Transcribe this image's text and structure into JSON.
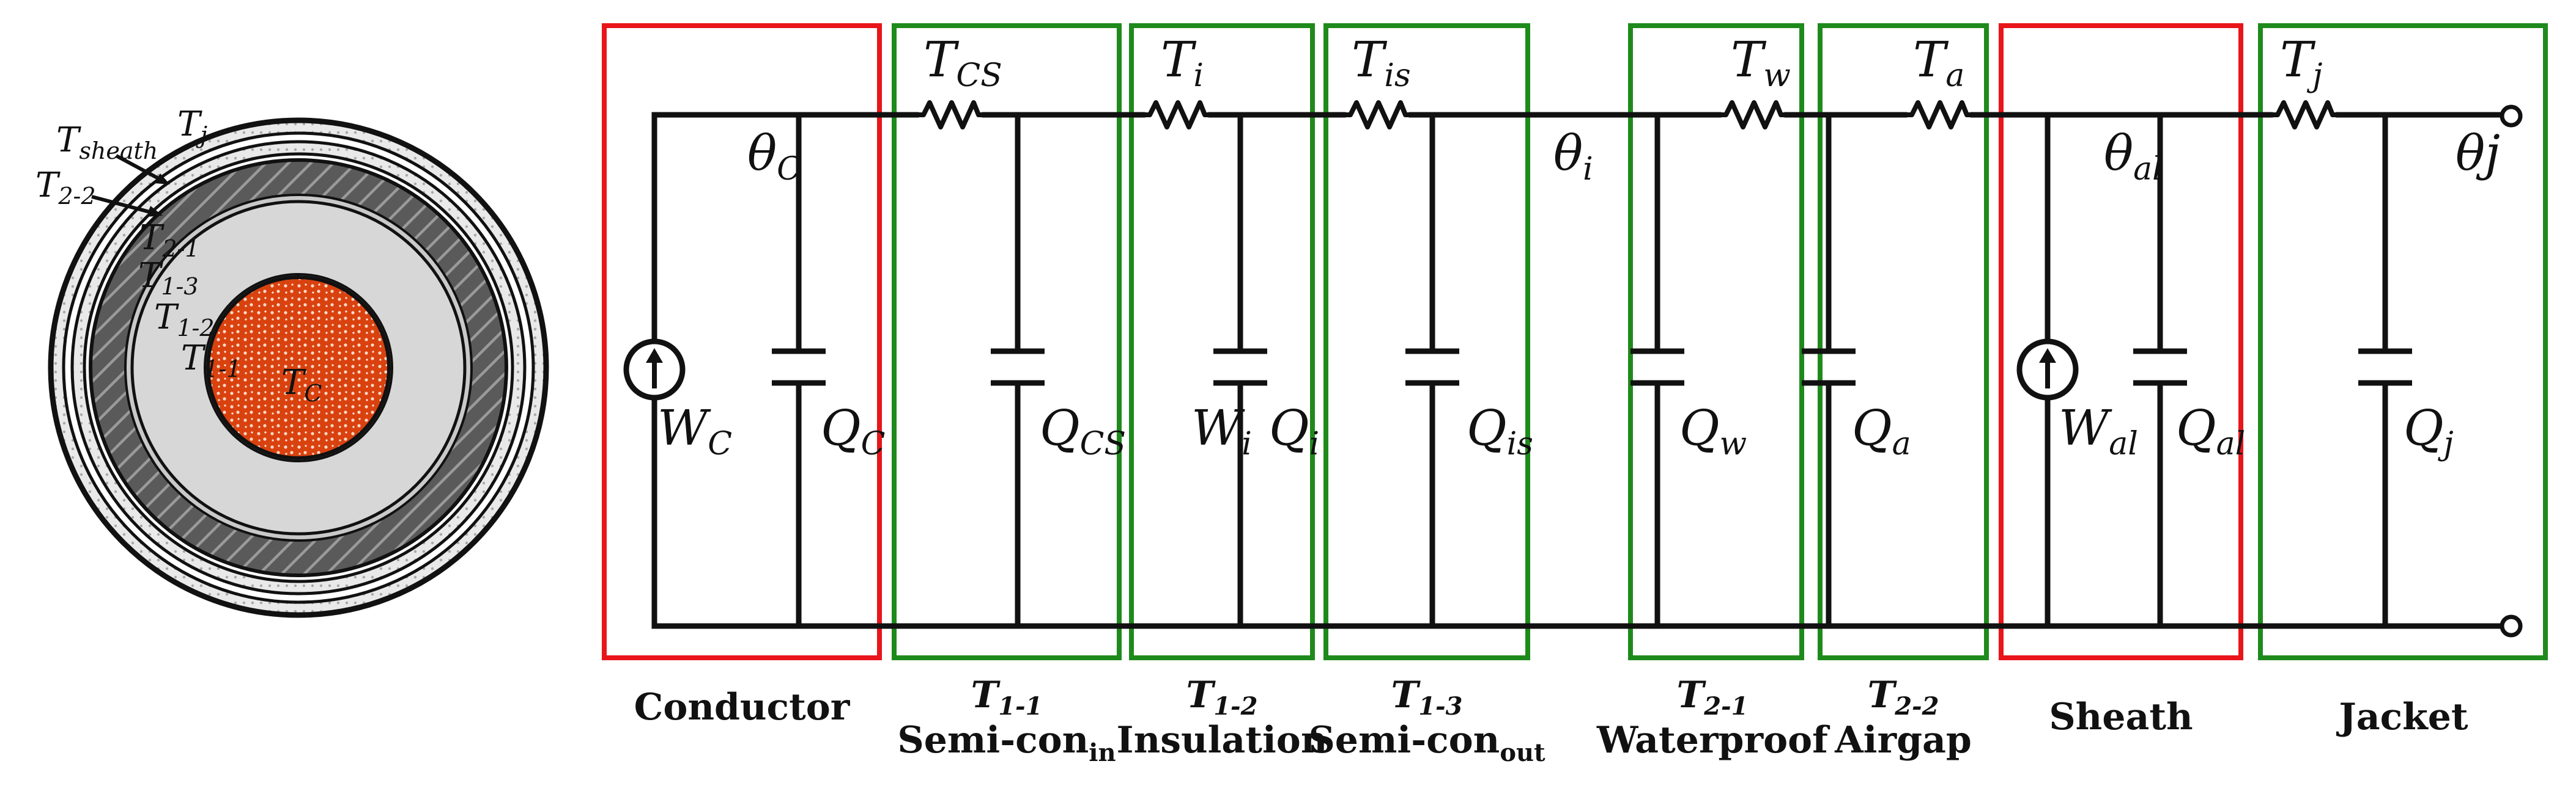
{
  "cross_section": {
    "labels": {
      "T_sheath": {
        "base": "T",
        "sub": "sheath"
      },
      "T_j": {
        "base": "T",
        "sub": "j"
      },
      "T_2_2": {
        "base": "T",
        "sub": "2-2"
      },
      "T_2_1": {
        "base": "T",
        "sub": "2-1"
      },
      "T_1_3": {
        "base": "T",
        "sub": "1-3"
      },
      "T_1_2": {
        "base": "T",
        "sub": "1-2"
      },
      "T_1_1": {
        "base": "T",
        "sub": "1-1"
      },
      "T_c": {
        "base": "T",
        "sub": "C"
      }
    },
    "colors": {
      "conductor": "#d9420f",
      "insulation": "#d7d7d7",
      "waterproof": "#5a5a5a",
      "outline": "#111111"
    }
  },
  "circuit": {
    "resistors": {
      "T_CS": {
        "base": "T",
        "sub": "CS"
      },
      "T_i": {
        "base": "T",
        "sub": "i"
      },
      "T_is": {
        "base": "T",
        "sub": "is"
      },
      "T_w": {
        "base": "T",
        "sub": "w"
      },
      "T_a": {
        "base": "T",
        "sub": "a"
      },
      "T_j": {
        "base": "T",
        "sub": "j"
      }
    },
    "nodes": {
      "theta_C": {
        "base": "θ",
        "sub": "C"
      },
      "theta_i": {
        "base": "θ",
        "sub": "i"
      },
      "theta_al": {
        "base": "θ",
        "sub": "al"
      },
      "theta_j": {
        "base": "θj",
        "sub": ""
      }
    },
    "capacitors": {
      "Q_C": {
        "base": "Q",
        "sub": "C"
      },
      "Q_CS": {
        "base": "Q",
        "sub": "CS"
      },
      "Q_i": {
        "base": "Q",
        "sub": "i"
      },
      "Q_is": {
        "base": "Q",
        "sub": "is"
      },
      "Q_w": {
        "base": "Q",
        "sub": "w"
      },
      "Q_a": {
        "base": "Q",
        "sub": "a"
      },
      "Q_al": {
        "base": "Q",
        "sub": "al"
      },
      "Q_j": {
        "base": "Q",
        "sub": "j"
      }
    },
    "sources": {
      "W_C": {
        "base": "W",
        "sub": "C"
      },
      "W_i": {
        "base": "W",
        "sub": "i"
      },
      "W_al": {
        "base": "W",
        "sub": "al"
      }
    }
  },
  "sections": {
    "conductor": {
      "name": "Conductor",
      "t_base": "",
      "t_sub": "",
      "color": "#e8151b"
    },
    "semicon_in": {
      "name_base": "Semi-con",
      "name_sub": "in",
      "t_base": "T",
      "t_sub": "1-1",
      "color": "#1f8a1c"
    },
    "insulation": {
      "name": "Insulation",
      "t_base": "T",
      "t_sub": "1-2",
      "color": "#1f8a1c"
    },
    "semicon_out": {
      "name_base": "Semi-con",
      "name_sub": "out",
      "t_base": "T",
      "t_sub": "1-3",
      "color": "#1f8a1c"
    },
    "waterproof": {
      "name": "Waterproof",
      "t_base": "T",
      "t_sub": "2-1",
      "color": "#1f8a1c"
    },
    "airgap": {
      "name": "Airgap",
      "t_base": "T",
      "t_sub": "2-2",
      "color": "#1f8a1c"
    },
    "sheath": {
      "name": "Sheath",
      "t_base": "",
      "t_sub": "",
      "color": "#e8151b"
    },
    "jacket": {
      "name": "Jacket",
      "t_base": "",
      "t_sub": "",
      "color": "#1f8a1c"
    }
  }
}
